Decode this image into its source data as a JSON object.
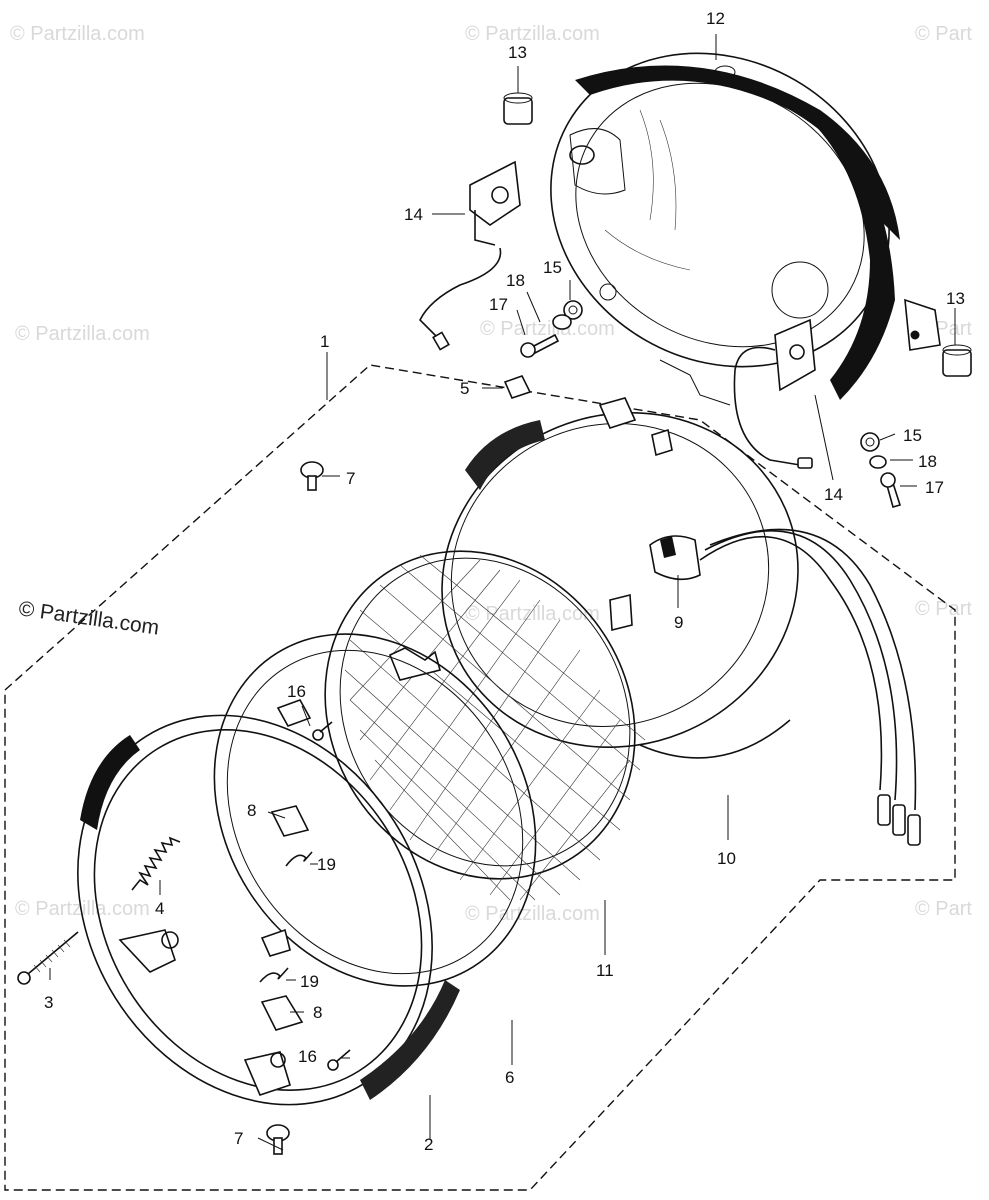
{
  "watermark": "© Partzilla.com",
  "watermark_faint": [
    "© Partzilla.com",
    "© Partzilla.com",
    "© Partzilla.com",
    "© Partzilla.com",
    "© Partzilla.com",
    "© Partzilla.com",
    "© Partzilla.com",
    "© Part",
    "© Part",
    "© Part",
    "© Part"
  ],
  "callouts": {
    "c1": "1",
    "c2": "2",
    "c3": "3",
    "c4": "4",
    "c5": "5",
    "c6": "6",
    "c7a": "7",
    "c7b": "7",
    "c8a": "8",
    "c8b": "8",
    "c9": "9",
    "c10": "10",
    "c11": "11",
    "c12": "12",
    "c13a": "13",
    "c13b": "13",
    "c14a": "14",
    "c14b": "14",
    "c15a": "15",
    "c15b": "15",
    "c16a": "16",
    "c16b": "16",
    "c17a": "17",
    "c17b": "17",
    "c18a": "18",
    "c18b": "18",
    "c19a": "19",
    "c19b": "19"
  }
}
